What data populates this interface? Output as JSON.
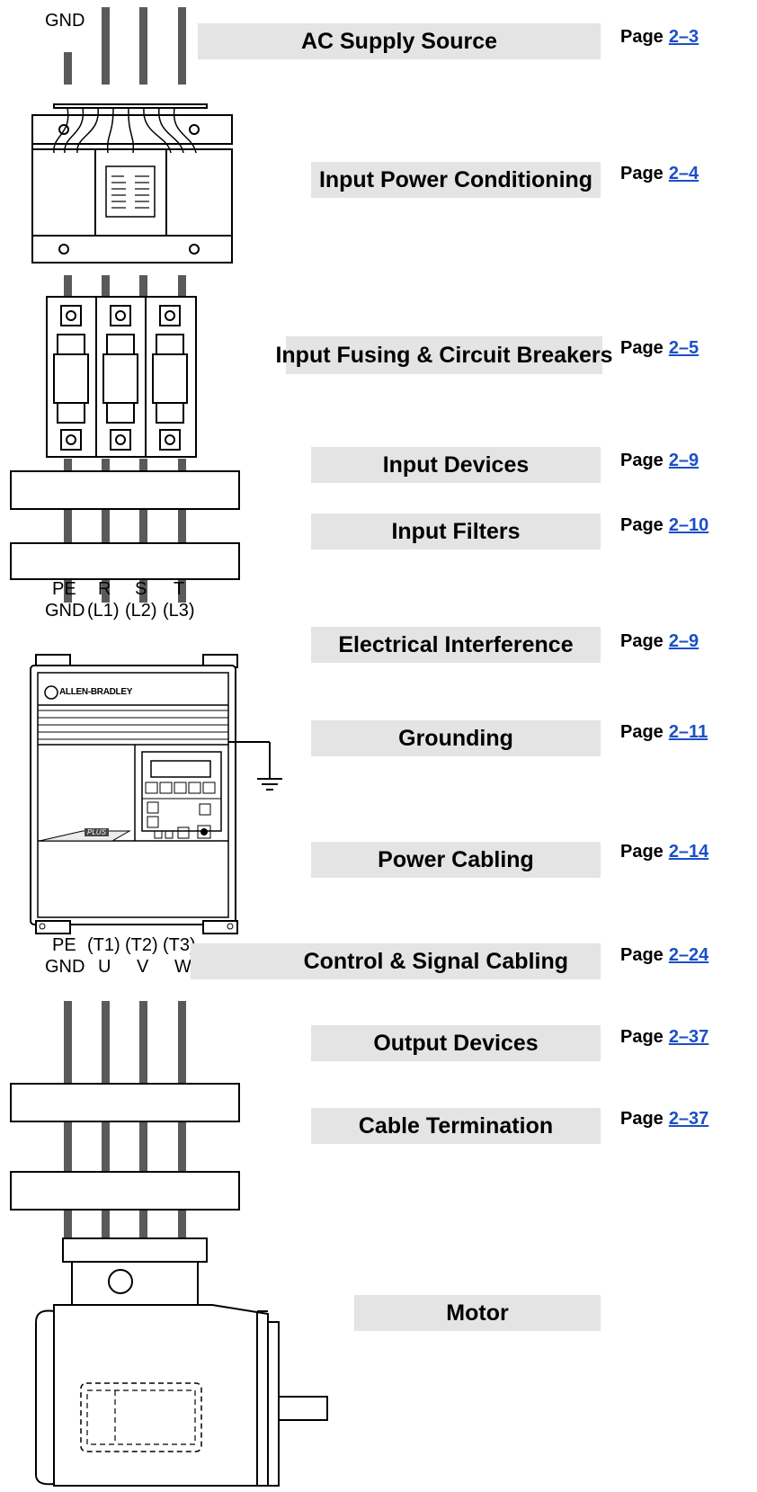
{
  "sections": [
    {
      "label": "AC Supply Source",
      "page_prefix": "Page",
      "page_link": "2–3"
    },
    {
      "label": "Input Power Conditioning",
      "page_prefix": "Page",
      "page_link": "2–4"
    },
    {
      "label": "Input Fusing & Circuit Breakers",
      "page_prefix": "Page",
      "page_link": "2–5"
    },
    {
      "label": "Input Devices",
      "page_prefix": "Page",
      "page_link": "2–9"
    },
    {
      "label": "Input Filters",
      "page_prefix": "Page",
      "page_link": "2–10"
    },
    {
      "label": "Electrical Interference",
      "page_prefix": "Page",
      "page_link": "2–9"
    },
    {
      "label": "Grounding",
      "page_prefix": "Page",
      "page_link": "2–11"
    },
    {
      "label": "Power Cabling",
      "page_prefix": "Page",
      "page_link": "2–14"
    },
    {
      "label": "Control & Signal Cabling",
      "page_prefix": "Page",
      "page_link": "2–24"
    },
    {
      "label": "Output Devices",
      "page_prefix": "Page",
      "page_link": "2–37"
    },
    {
      "label": "Cable Termination",
      "page_prefix": "Page",
      "page_link": "2–37"
    },
    {
      "label": "Motor"
    }
  ],
  "terminals": {
    "top_gnd": "GND",
    "input_row1": [
      "PE",
      "R",
      "S",
      "T"
    ],
    "input_row2": [
      "GND",
      "(L1)",
      "(L2)",
      "(L3)"
    ],
    "output_row1": [
      "PE",
      "(T1)",
      "(T2)",
      "(T3)"
    ],
    "output_row2": [
      "GND",
      "U",
      "V",
      "W"
    ]
  },
  "drive": {
    "brand": "ALLEN-BRADLEY",
    "model_badge": "PLUS"
  },
  "colors": {
    "label_bar": "#e4e4e4",
    "page_link": "#1a4fc8",
    "wire": "#5a5a5a"
  }
}
